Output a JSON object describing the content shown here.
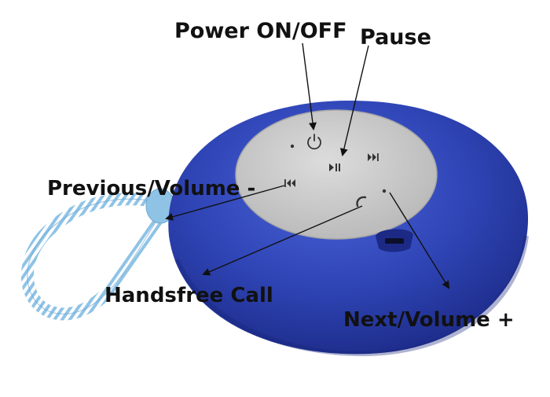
{
  "labels": {
    "power": "Power ON/OFF",
    "pause": "Pause",
    "previous_volume_down": "Previous/Volume -",
    "handsfree_call": "Handsfree Call",
    "next_volume_up": "Next/Volume +"
  },
  "icons": {
    "power": "power-icon",
    "play_pause": "play-pause-icon",
    "previous": "previous-track-icon",
    "next": "next-track-icon",
    "call": "phone-icon",
    "usb_port": "micro-usb-port"
  },
  "colors": {
    "speaker_body": "#2f45b6",
    "speaker_shadow": "#1c2a86",
    "control_panel": "#c9c9c9",
    "lanyard": "#8fc3e6",
    "label_text": "#111111",
    "arrow": "#111111"
  }
}
